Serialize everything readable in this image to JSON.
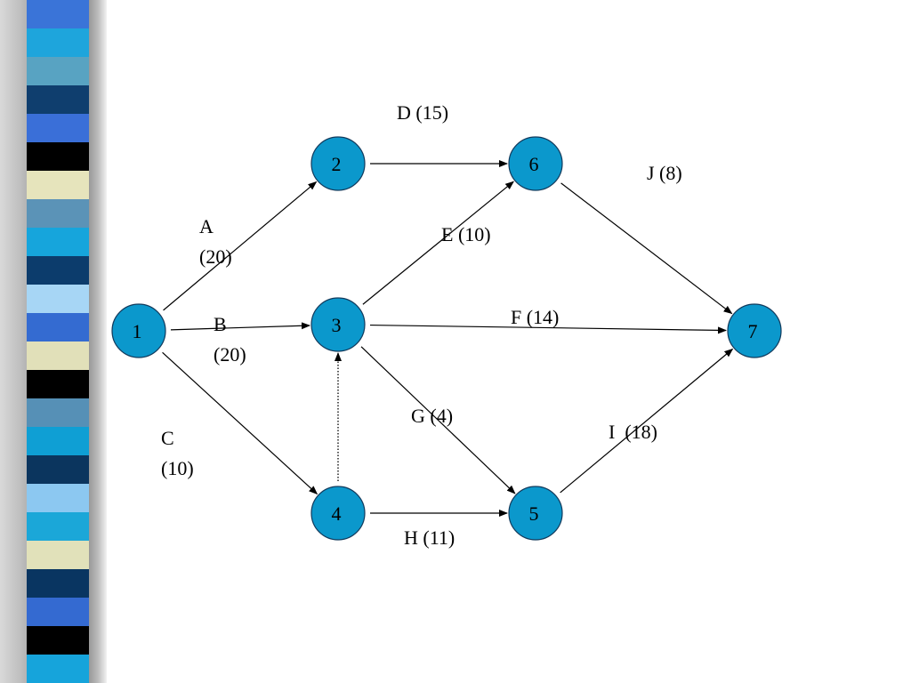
{
  "decoration": {
    "stripes": [
      "#3a74d8",
      "#1ea5dc",
      "#58a3c2",
      "#0f3e6e",
      "#3a6fd8",
      "#000000",
      "#e6e4bc",
      "#5b93b7",
      "#16a5dc",
      "#0c3c6c",
      "#a7d6f5",
      "#346bd1",
      "#e1e0b9",
      "#000000",
      "#5690b6",
      "#0f9fd4",
      "#0b355e",
      "#8cc8f1",
      "#1ba7d8",
      "#e1e1ba",
      "#093561",
      "#346ad1",
      "#000000",
      "#16a4db"
    ]
  },
  "colors": {
    "node_fill": "#0b98cc",
    "node_stroke": "#123a5c",
    "edge": "#000000",
    "label": "#000000"
  },
  "nodes": [
    {
      "id": "1",
      "label": "1"
    },
    {
      "id": "2",
      "label": "2"
    },
    {
      "id": "3",
      "label": "3"
    },
    {
      "id": "4",
      "label": "4"
    },
    {
      "id": "5",
      "label": "5"
    },
    {
      "id": "6",
      "label": "6"
    },
    {
      "id": "7",
      "label": "7"
    }
  ],
  "edges": [
    {
      "id": "A",
      "from": "1",
      "to": "2",
      "label_lines": [
        "A",
        "(20)"
      ],
      "style": "solid"
    },
    {
      "id": "B",
      "from": "1",
      "to": "3",
      "label_lines": [
        "B",
        "(20)"
      ],
      "style": "solid"
    },
    {
      "id": "C",
      "from": "1",
      "to": "4",
      "label_lines": [
        "C",
        "(10)"
      ],
      "style": "solid"
    },
    {
      "id": "D",
      "from": "2",
      "to": "6",
      "label_lines": [
        "D (15)"
      ],
      "style": "solid"
    },
    {
      "id": "E",
      "from": "3",
      "to": "6",
      "label_lines": [
        "E (10)"
      ],
      "style": "solid"
    },
    {
      "id": "F",
      "from": "3",
      "to": "7",
      "label_lines": [
        "F (14)"
      ],
      "style": "solid"
    },
    {
      "id": "G",
      "from": "3",
      "to": "5",
      "label_lines": [
        "G (4)"
      ],
      "style": "solid"
    },
    {
      "id": "H",
      "from": "4",
      "to": "5",
      "label_lines": [
        "H (11)"
      ],
      "style": "solid"
    },
    {
      "id": "I",
      "from": "5",
      "to": "7",
      "label_lines": [
        "I  (18)"
      ],
      "style": "solid"
    },
    {
      "id": "J",
      "from": "6",
      "to": "7",
      "label_lines": [
        "J (8)"
      ],
      "style": "solid"
    },
    {
      "id": "dummy-4-3",
      "from": "4",
      "to": "3",
      "label_lines": [],
      "style": "dotted"
    }
  ]
}
